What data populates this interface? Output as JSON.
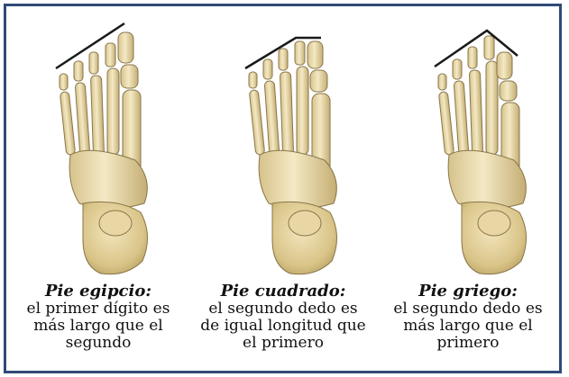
{
  "colors": {
    "frame_border": "#2f4a78",
    "bone_light": "#efe2b6",
    "bone_shadow": "#b8a46e",
    "line": "#1a1a1a"
  },
  "feet": [
    {
      "title": "Pie egipcio:",
      "description": "el primer dígito es más largo que el segundo",
      "icon": "foot-bones-egyptian"
    },
    {
      "title": "Pie cuadrado:",
      "description": "el segundo dedo es de igual longitud que el primero",
      "icon": "foot-bones-square"
    },
    {
      "title": "Pie griego:",
      "description": "el segundo dedo es más largo que el primero",
      "icon": "foot-bones-greek"
    }
  ]
}
